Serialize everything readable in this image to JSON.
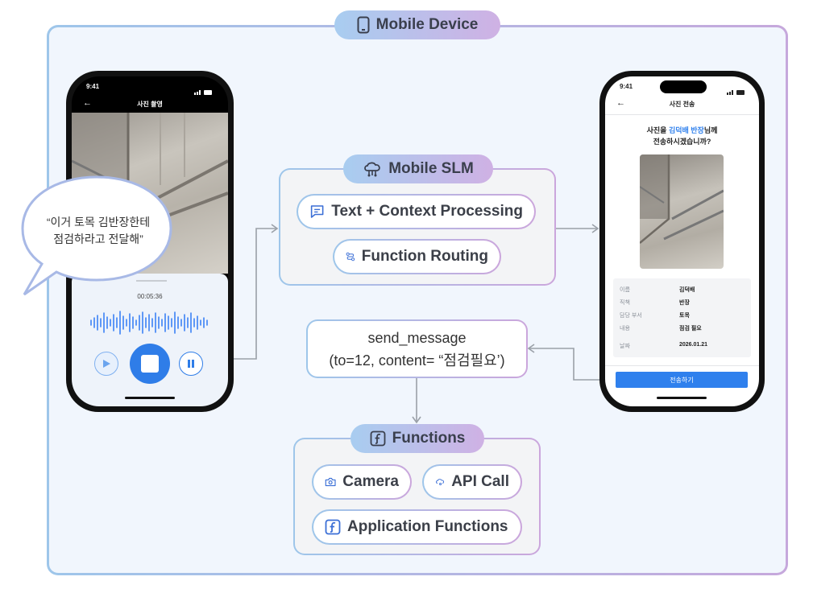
{
  "frame_title": "Mobile Device",
  "left_phone": {
    "time": "9:41",
    "title": "사진 촬영",
    "timer": "00:05:36"
  },
  "speech_bubble": {
    "line1": "“이거 토목 김반장한테",
    "line2": "점검하라고 전달해”"
  },
  "slm": {
    "title": "Mobile SLM",
    "text_context": "Text + Context Processing",
    "function_routing": "Function Routing"
  },
  "function_call": {
    "line1": "send_message",
    "line2": "(to=12, content= “점검필요’)"
  },
  "functions": {
    "title": "Functions",
    "camera": "Camera",
    "api_call": "API Call",
    "app_functions": "Application Functions"
  },
  "right_phone": {
    "time": "9:41",
    "title": "사진 전송",
    "question_pre": "사진을 ",
    "question_name": "김덕배 반장",
    "question_post": "님께",
    "question_line2": "전송하시겠습니까?",
    "accent_color": "#2f80ed",
    "info": [
      {
        "label": "이름",
        "value": "김덕배"
      },
      {
        "label": "직책",
        "value": "반장"
      },
      {
        "label": "담당 부서",
        "value": "토목"
      },
      {
        "label": "내용",
        "value": "점검 필요"
      },
      {
        "label": "날짜",
        "value": "2026.01.21"
      }
    ],
    "send_button": "전송하기"
  }
}
